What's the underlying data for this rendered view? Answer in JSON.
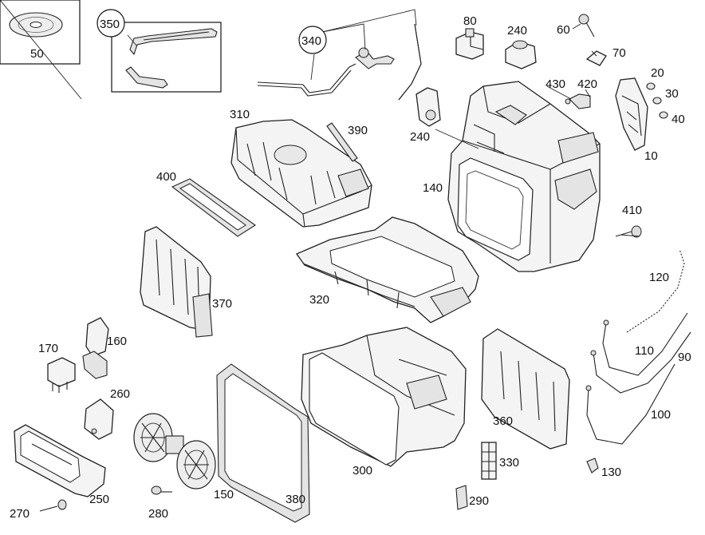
{
  "labels": {
    "l50": "50",
    "l350": "350",
    "l340": "340",
    "l80": "80",
    "l240a": "240",
    "l60": "60",
    "l70": "70",
    "l20": "20",
    "l430": "430",
    "l420": "420",
    "l30": "30",
    "l40": "40",
    "l10": "10",
    "l310": "310",
    "l390": "390",
    "l240b": "240",
    "l140": "140",
    "l400": "400",
    "l410": "410",
    "l120": "120",
    "l320": "320",
    "l370": "370",
    "l170": "170",
    "l160": "160",
    "l110": "110",
    "l90": "90",
    "l260": "260",
    "l100": "100",
    "l360": "360",
    "l300": "300",
    "l330": "330",
    "l130": "130",
    "l150": "150",
    "l250": "250",
    "l380": "380",
    "l290": "290",
    "l270": "270",
    "l280": "280"
  }
}
